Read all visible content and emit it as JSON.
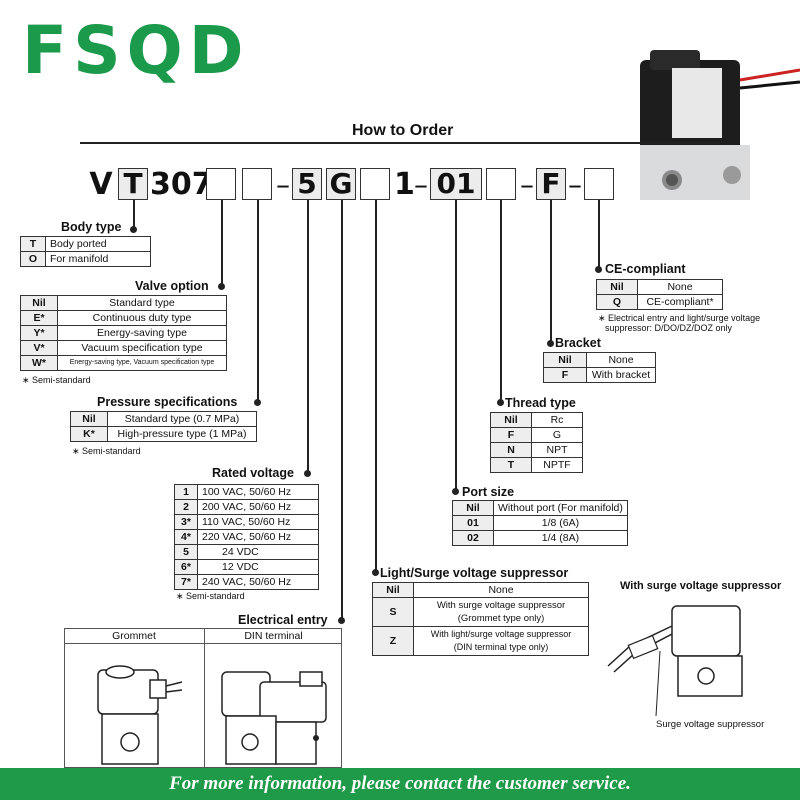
{
  "brand": {
    "logo": "FSQD",
    "logo_color": "#1a9a4a"
  },
  "title": "How to Order",
  "model_code": {
    "prefix1": "V",
    "boxT": "T",
    "code307": "307",
    "box5": "5",
    "boxG": "G",
    "num1": "1",
    "box01": "01",
    "boxF": "F",
    "dash": "–"
  },
  "body_type": {
    "heading": "Body type",
    "rows": [
      {
        "k": "T",
        "v": "Body ported"
      },
      {
        "k": "O",
        "v": "For manifold"
      }
    ]
  },
  "valve_option": {
    "heading": "Valve option",
    "rows": [
      {
        "k": "Nil",
        "v": "Standard type"
      },
      {
        "k": "E*",
        "v": "Continuous duty type"
      },
      {
        "k": "Y*",
        "v": "Energy-saving type"
      },
      {
        "k": "V*",
        "v": "Vacuum specification type"
      },
      {
        "k": "W*",
        "v": "Energy-saving type, Vacuum specification type"
      }
    ],
    "note": "∗ Semi-standard"
  },
  "pressure": {
    "heading": "Pressure specifications",
    "rows": [
      {
        "k": "Nil",
        "v": "Standard type (0.7 MPa)"
      },
      {
        "k": "K*",
        "v": "High-pressure type (1 MPa)"
      }
    ],
    "note": "∗ Semi-standard"
  },
  "rated_voltage": {
    "heading": "Rated voltage",
    "rows": [
      {
        "k": "1",
        "v": "100 VAC, 50/60 Hz"
      },
      {
        "k": "2",
        "v": "200 VAC, 50/60 Hz"
      },
      {
        "k": "3*",
        "v": "110 VAC, 50/60 Hz"
      },
      {
        "k": "4*",
        "v": "220 VAC, 50/60 Hz"
      },
      {
        "k": "5",
        "v": "24 VDC"
      },
      {
        "k": "6*",
        "v": "12 VDC"
      },
      {
        "k": "7*",
        "v": "240 VAC, 50/60 Hz"
      }
    ],
    "note": "∗ Semi-standard"
  },
  "electrical_entry": {
    "heading": "Electrical entry",
    "col1": "Grommet",
    "col2": "DIN terminal"
  },
  "light_surge": {
    "heading": "Light/Surge voltage suppressor",
    "rows": [
      {
        "k": "Nil",
        "v1": "None",
        "v2": ""
      },
      {
        "k": "S",
        "v1": "With surge voltage suppressor",
        "v2": "(Grommet type only)"
      },
      {
        "k": "Z",
        "v1": "With light/surge voltage suppressor",
        "v2": "(DIN terminal type only)"
      }
    ]
  },
  "port_size": {
    "heading": "Port size",
    "rows": [
      {
        "k": "Nil",
        "v": "Without port (For manifold)"
      },
      {
        "k": "01",
        "v": "1/8 (6A)"
      },
      {
        "k": "02",
        "v": "1/4 (8A)"
      }
    ]
  },
  "thread_type": {
    "heading": "Thread type",
    "rows": [
      {
        "k": "Nil",
        "v": "Rc"
      },
      {
        "k": "F",
        "v": "G"
      },
      {
        "k": "N",
        "v": "NPT"
      },
      {
        "k": "T",
        "v": "NPTF"
      }
    ]
  },
  "bracket": {
    "heading": "Bracket",
    "rows": [
      {
        "k": "Nil",
        "v": "None"
      },
      {
        "k": "F",
        "v": "With bracket"
      }
    ]
  },
  "ce": {
    "heading": "CE-compliant",
    "rows": [
      {
        "k": "Nil",
        "v": "None"
      },
      {
        "k": "Q",
        "v": "CE-compliant*"
      }
    ],
    "note1": "∗ Electrical entry and light/surge voltage",
    "note2": "suppressor: D/DO/DZ/DOZ only"
  },
  "surge_figure": {
    "heading": "With surge voltage suppressor",
    "label": "Surge voltage suppressor"
  },
  "footer": "For more information, please contact the customer service."
}
